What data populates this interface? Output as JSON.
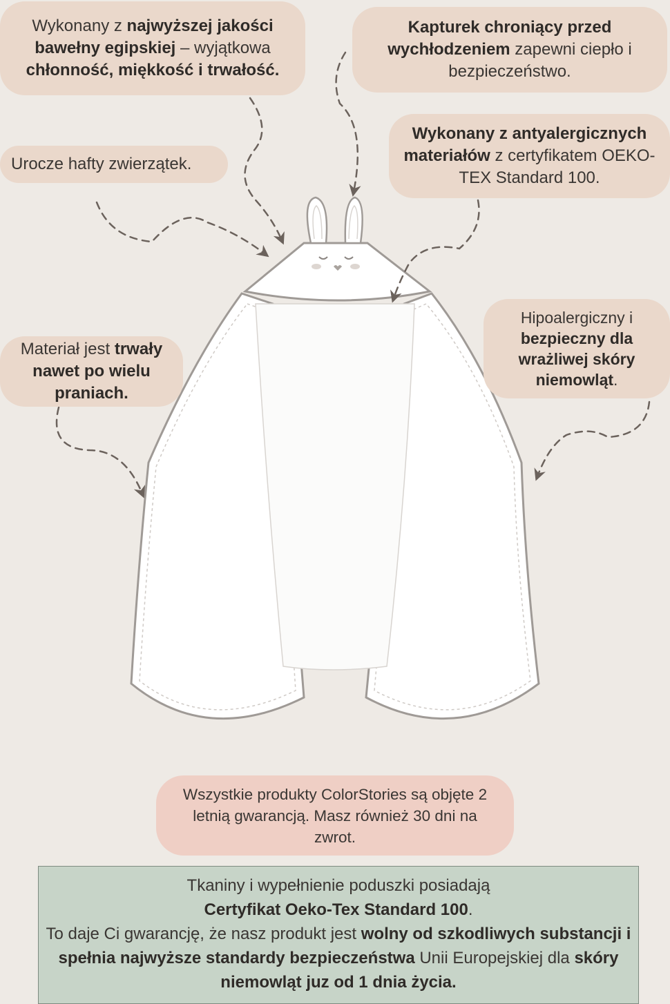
{
  "features": {
    "cotton": {
      "t1": "Wykonany z ",
      "b1": "najwyższej jakości bawełny egipskiej",
      "t2": " – wyjątkowa ",
      "b2": "chłonność, miękkość i trwałość."
    },
    "hood": {
      "b1": "Kapturek chroniący przed wychłodzeniem",
      "t1": " zapewni ciepło i bezpieczeństwo."
    },
    "embroidery": {
      "t1": "Urocze hafty zwierzątek."
    },
    "antiallergic": {
      "b1": "Wykonany z antyalergicznych materiałów",
      "t1": " z certyfikatem OEKO-TEX Standard 100."
    },
    "durable": {
      "t1": "Materiał jest ",
      "b1": "trwały nawet po wielu praniach."
    },
    "hypoallergenic": {
      "t1": "Hipoalergiczny i ",
      "b1": "bezpieczny dla wrażliwej skóry niemowląt",
      "t2": "."
    }
  },
  "guarantee": {
    "text": "Wszystkie produkty ColorStories są objęte 2 letnią gwarancją. Masz również 30 dni na zwrot."
  },
  "certificate": {
    "line1": "Tkaniny i wypełnienie poduszki posiadają",
    "line2": "Certyfikat Oeko-Tex Standard 100",
    "line2_end": ".",
    "line3_t": "To daje Ci gwarancję, że nasz produkt jest ",
    "line3_b": "wolny od szkodliwych substancji i spełnia najwyższe standardy bezpieczeństwa",
    "line4_t": " Unii Europejskiej dla ",
    "line4_b": "skóry niemowląt juz od 1 dnia życia."
  },
  "colors": {
    "background": "#eeeae5",
    "bubble": "#ead8cb",
    "guarantee_bubble": "#efcfc5",
    "certificate_box": "#c7d4c8",
    "arrow": "#6b625c"
  }
}
